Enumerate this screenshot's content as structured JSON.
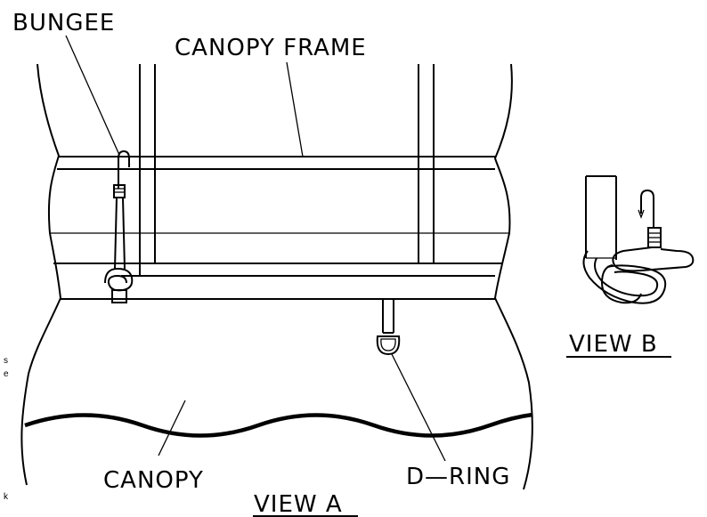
{
  "labels": {
    "bungee": "BUNGEE",
    "canopy_frame": "CANOPY FRAME",
    "canopy": "CANOPY",
    "d_ring": "D—RING",
    "view_a": "VIEW A",
    "view_b": "VIEW B",
    "edge_s": "s",
    "edge_e": "e",
    "edge_k": "k"
  }
}
